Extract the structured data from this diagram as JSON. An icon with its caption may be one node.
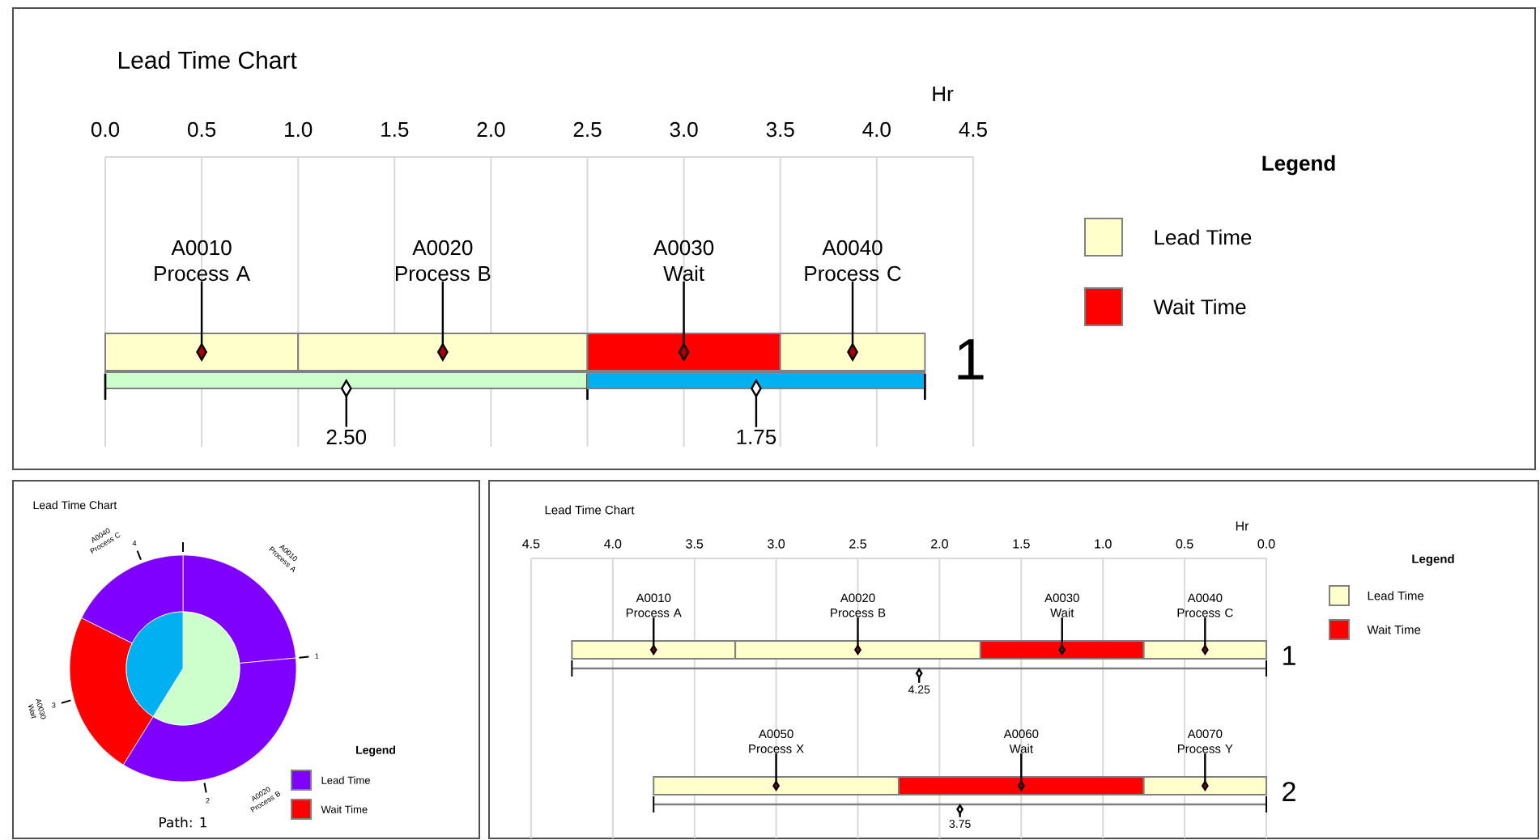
{
  "diagram": {
    "nodes": [
      {
        "text": [
          "Lead Time Chart"
        ]
      },
      {
        "text": [
          "A0010 Process A"
        ],
        "in": 0
      },
      {
        "text": [
          "A0020 Process B"
        ],
        "in": 0
      },
      {
        "text": [
          "A0030 Wait"
        ],
        "in": 0
      },
      {
        "text": [
          "A0040 Process C"
        ],
        "in": 0
      },
      {
        "text": [],
        "shape": "bar",
        "in": 0
      },
      {
        "text": [],
        "shape": "bar",
        "in": 0
      },
      {
        "text": [],
        "shape": "bar",
        "in": 0
      },
      {
        "text": [],
        "shape": "bar",
        "in": 0
      },
      {
        "text": [
          "2.50"
        ],
        "in": 0
      },
      {
        "text": [
          "1.75"
        ],
        "in": 0
      },
      {
        "text": [],
        "shape": "bar",
        "in": 0
      },
      {
        "text": [],
        "shape": "bar",
        "in": 0
      },
      {
        "text": [
          "Lead Time Chart",
          "Path: 1"
        ]
      },
      {
        "text": [
          "Lead Time Chart"
        ]
      },
      {
        "text": [
          "A0010 Process A"
        ],
        "in": 14
      },
      {
        "text": [
          "A0020 Process B"
        ],
        "in": 14
      },
      {
        "text": [
          "A0030 Wait"
        ],
        "in": 14
      },
      {
        "text": [
          "A0040 Process C"
        ],
        "in": 14
      },
      {
        "text": [],
        "shape": "bar",
        "in": 14
      },
      {
        "text": [],
        "shape": "bar",
        "in": 14
      },
      {
        "text": [],
        "shape": "bar",
        "in": 14
      },
      {
        "text": [],
        "shape": "bar",
        "in": 14
      },
      {
        "text": [
          "A0050 Process X"
        ],
        "in": 14
      },
      {
        "text": [
          "A0060 Wait"
        ],
        "in": 14
      },
      {
        "text": [
          "A0070 Process Y"
        ],
        "in": 14
      },
      {
        "text": [],
        "shape": "bar",
        "in": 14
      },
      {
        "text": [],
        "shape": "bar",
        "in": 14
      },
      {
        "text": [],
        "shape": "bar",
        "in": 14
      },
      {
        "text": [
          "4.25"
        ],
        "in": 14
      },
      {
        "text": [
          "3.75"
        ],
        "in": 14
      },
      {
        "text": [],
        "shape": "bar",
        "in": 14
      },
      {
        "text": [],
        "shape": "bar",
        "in": 14
      }
    ],
    "edges": [
      {
        "from": 1,
        "to": 5,
        "arrow": "other"
      },
      {
        "from": 2,
        "to": 6,
        "arrow": "other"
      },
      {
        "from": 3,
        "to": 7,
        "arrow": "other"
      },
      {
        "from": 4,
        "to": 8,
        "arrow": "other"
      },
      {
        "from": 9,
        "to": 11,
        "arrow": "other"
      },
      {
        "from": 10,
        "to": 12,
        "arrow": "other"
      },
      {
        "from": 15,
        "to": 19,
        "arrow": "other"
      },
      {
        "from": 16,
        "to": 20,
        "arrow": "other"
      },
      {
        "from": 17,
        "to": 21,
        "arrow": "other"
      },
      {
        "from": 18,
        "to": 22,
        "arrow": "other"
      },
      {
        "from": 23,
        "to": 26,
        "arrow": "other"
      },
      {
        "from": 24,
        "to": 27,
        "arrow": "other"
      },
      {
        "from": 25,
        "to": 28,
        "arrow": "other"
      },
      {
        "from": 29,
        "to": 31,
        "arrow": "other"
      },
      {
        "from": 30,
        "to": 32,
        "arrow": "other"
      }
    ],
    "labels": [
      "Hr",
      "0.0",
      "0.5",
      "1.0",
      "1.5",
      "2.0",
      "2.5",
      "3.0",
      "3.5",
      "4.0",
      "4.5",
      "1",
      "Legend",
      "1",
      "2",
      "3",
      "4",
      "A0010 Process A",
      "A0020 Process B",
      "A0030 Wait",
      "A0040 Process C",
      "Legend",
      "Hr",
      "4.5",
      "4.0",
      "3.5",
      "3.0",
      "2.5",
      "2.0",
      "1.5",
      "1.0",
      "0.5",
      "0.0",
      "1",
      "2",
      "Legend"
    ],
    "legend": [
      {
        "text": "Lead Time",
        "color": "#ffffcc"
      },
      {
        "text": "Wait Time",
        "color": "#ff0000"
      },
      {
        "text": "Lead Time",
        "color": "#8000ff"
      },
      {
        "text": "Wait Time",
        "color": "#ff0000"
      },
      {
        "text": "Lead Time",
        "color": "#ffffcc"
      },
      {
        "text": "Wait Time",
        "color": "#ff0000"
      }
    ]
  }
}
